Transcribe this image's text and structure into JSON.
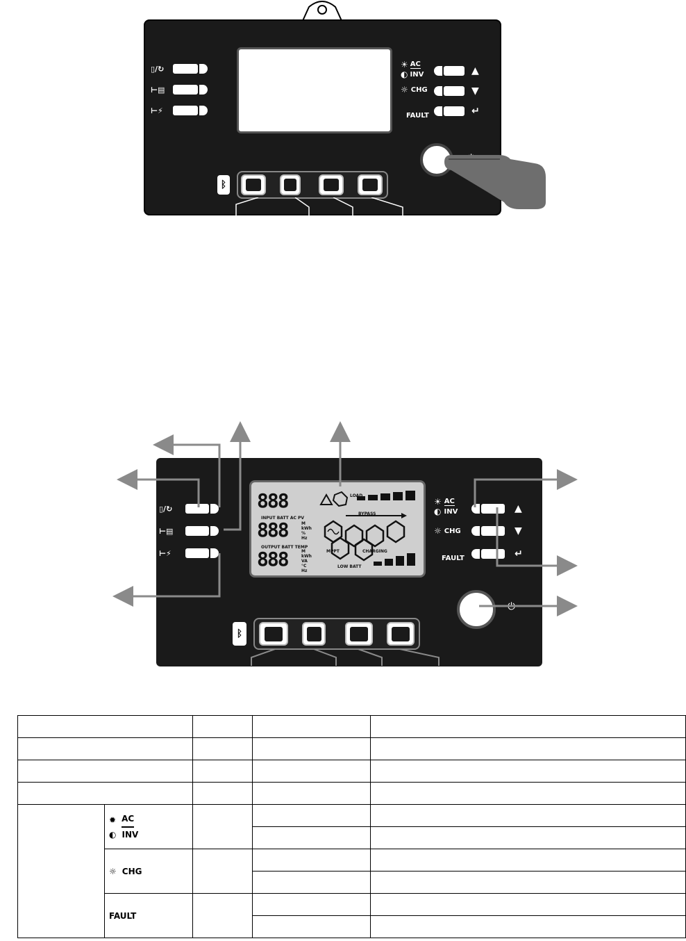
{
  "panel_top": {
    "indicators": {
      "ac": "AC",
      "inv": "INV",
      "chg": "CHG",
      "fault": "FAULT"
    },
    "icons": [
      "usb-restart-icon",
      "output-timer-icon",
      "charger-timer-icon",
      "bluetooth-icon",
      "power-icon",
      "hand-icon"
    ],
    "function_keys": [
      "output-source-icon",
      "usb-icon",
      "li-ion-settings-icon",
      "display-settings-icon"
    ],
    "key_labels": [
      "▲",
      "▼",
      "↵"
    ]
  },
  "panel_lower": {
    "indicators": {
      "ac": "AC",
      "inv": "INV",
      "chg": "CHG",
      "fault": "FAULT"
    },
    "lcd": {
      "digits_top": "888",
      "digits_mid": "888",
      "digits_bot": "888",
      "label_input": "INPUT BATT AC PV",
      "label_output": "OUTPUT BATT TEMP",
      "label_load": "LOAD",
      "label_bypass": "BYPASS",
      "label_mppt": "MPPT",
      "label_charging": "CHARGING",
      "label_low_batt": "LOW BATT",
      "unit_mid": [
        "M",
        "kWh",
        "%",
        "Hz"
      ],
      "unit_bot": [
        "M",
        "kWh",
        "VA",
        "°C",
        "Hz"
      ]
    },
    "key_labels": [
      "▲",
      "▼",
      "↵"
    ]
  },
  "table": {
    "indicator_ac": "AC",
    "indicator_inv": "INV",
    "indicator_chg": "CHG",
    "indicator_fault": "FAULT"
  },
  "colors": {
    "panel": "#1a1a1a",
    "lcd_lower": "#cfcfcf",
    "callout": "#8a8a8a"
  }
}
